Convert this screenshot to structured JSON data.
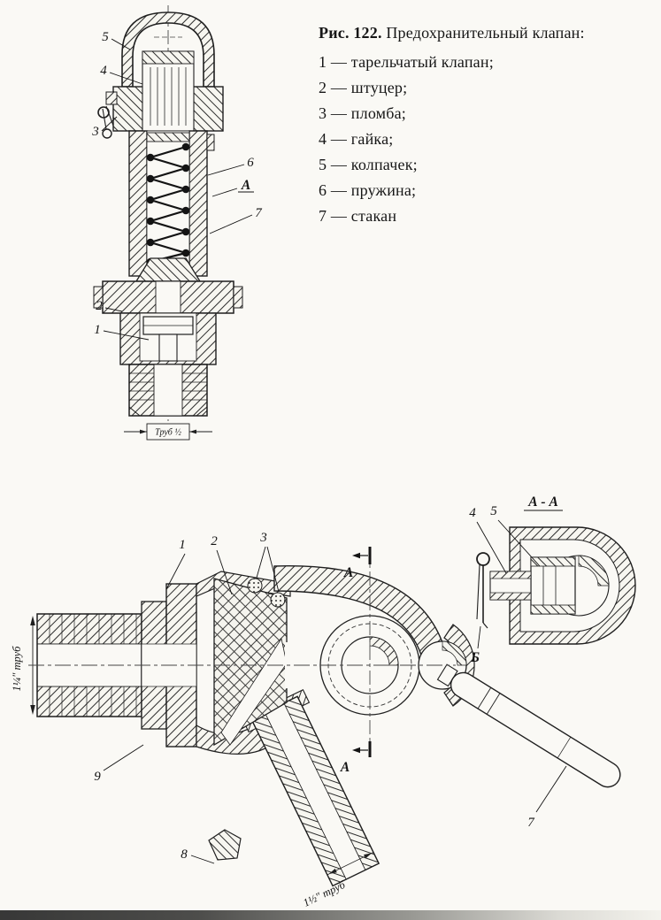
{
  "scan": {
    "paper": "#faf9f5",
    "ink": "#1f1f1f"
  },
  "figure": {
    "caption_bold": "Рис. 122.",
    "caption_rest": " Предохранительный клапан:",
    "legend": [
      {
        "text": "1 — тарельчатый клапан;"
      },
      {
        "text": "2 — штуцер;"
      },
      {
        "text": "3 — пломба;"
      },
      {
        "text": "4 — гайка;"
      },
      {
        "text": "5 — колпачек;"
      },
      {
        "text": "6 — пружина;"
      },
      {
        "text": "7 — стакан"
      }
    ]
  },
  "valve_drawing": {
    "callouts": {
      "c1": "1",
      "c2": "2",
      "c3": "3",
      "c4": "4",
      "c5": "5",
      "c6": "6",
      "c7": "7",
      "cA": "А"
    },
    "pipe_label": "Труб ½"
  },
  "cock_drawing": {
    "callouts": {
      "c1": "1",
      "c2": "2",
      "c3": "3",
      "c7": "7",
      "c8": "8",
      "c9": "9"
    },
    "section_letter": "А",
    "left_pipe_label": "1¼″ труб",
    "diag_pipe_label": "1½″ труб",
    "detail": {
      "title": "А - А",
      "c4": "4",
      "c5": "5",
      "cB": "Б"
    }
  }
}
